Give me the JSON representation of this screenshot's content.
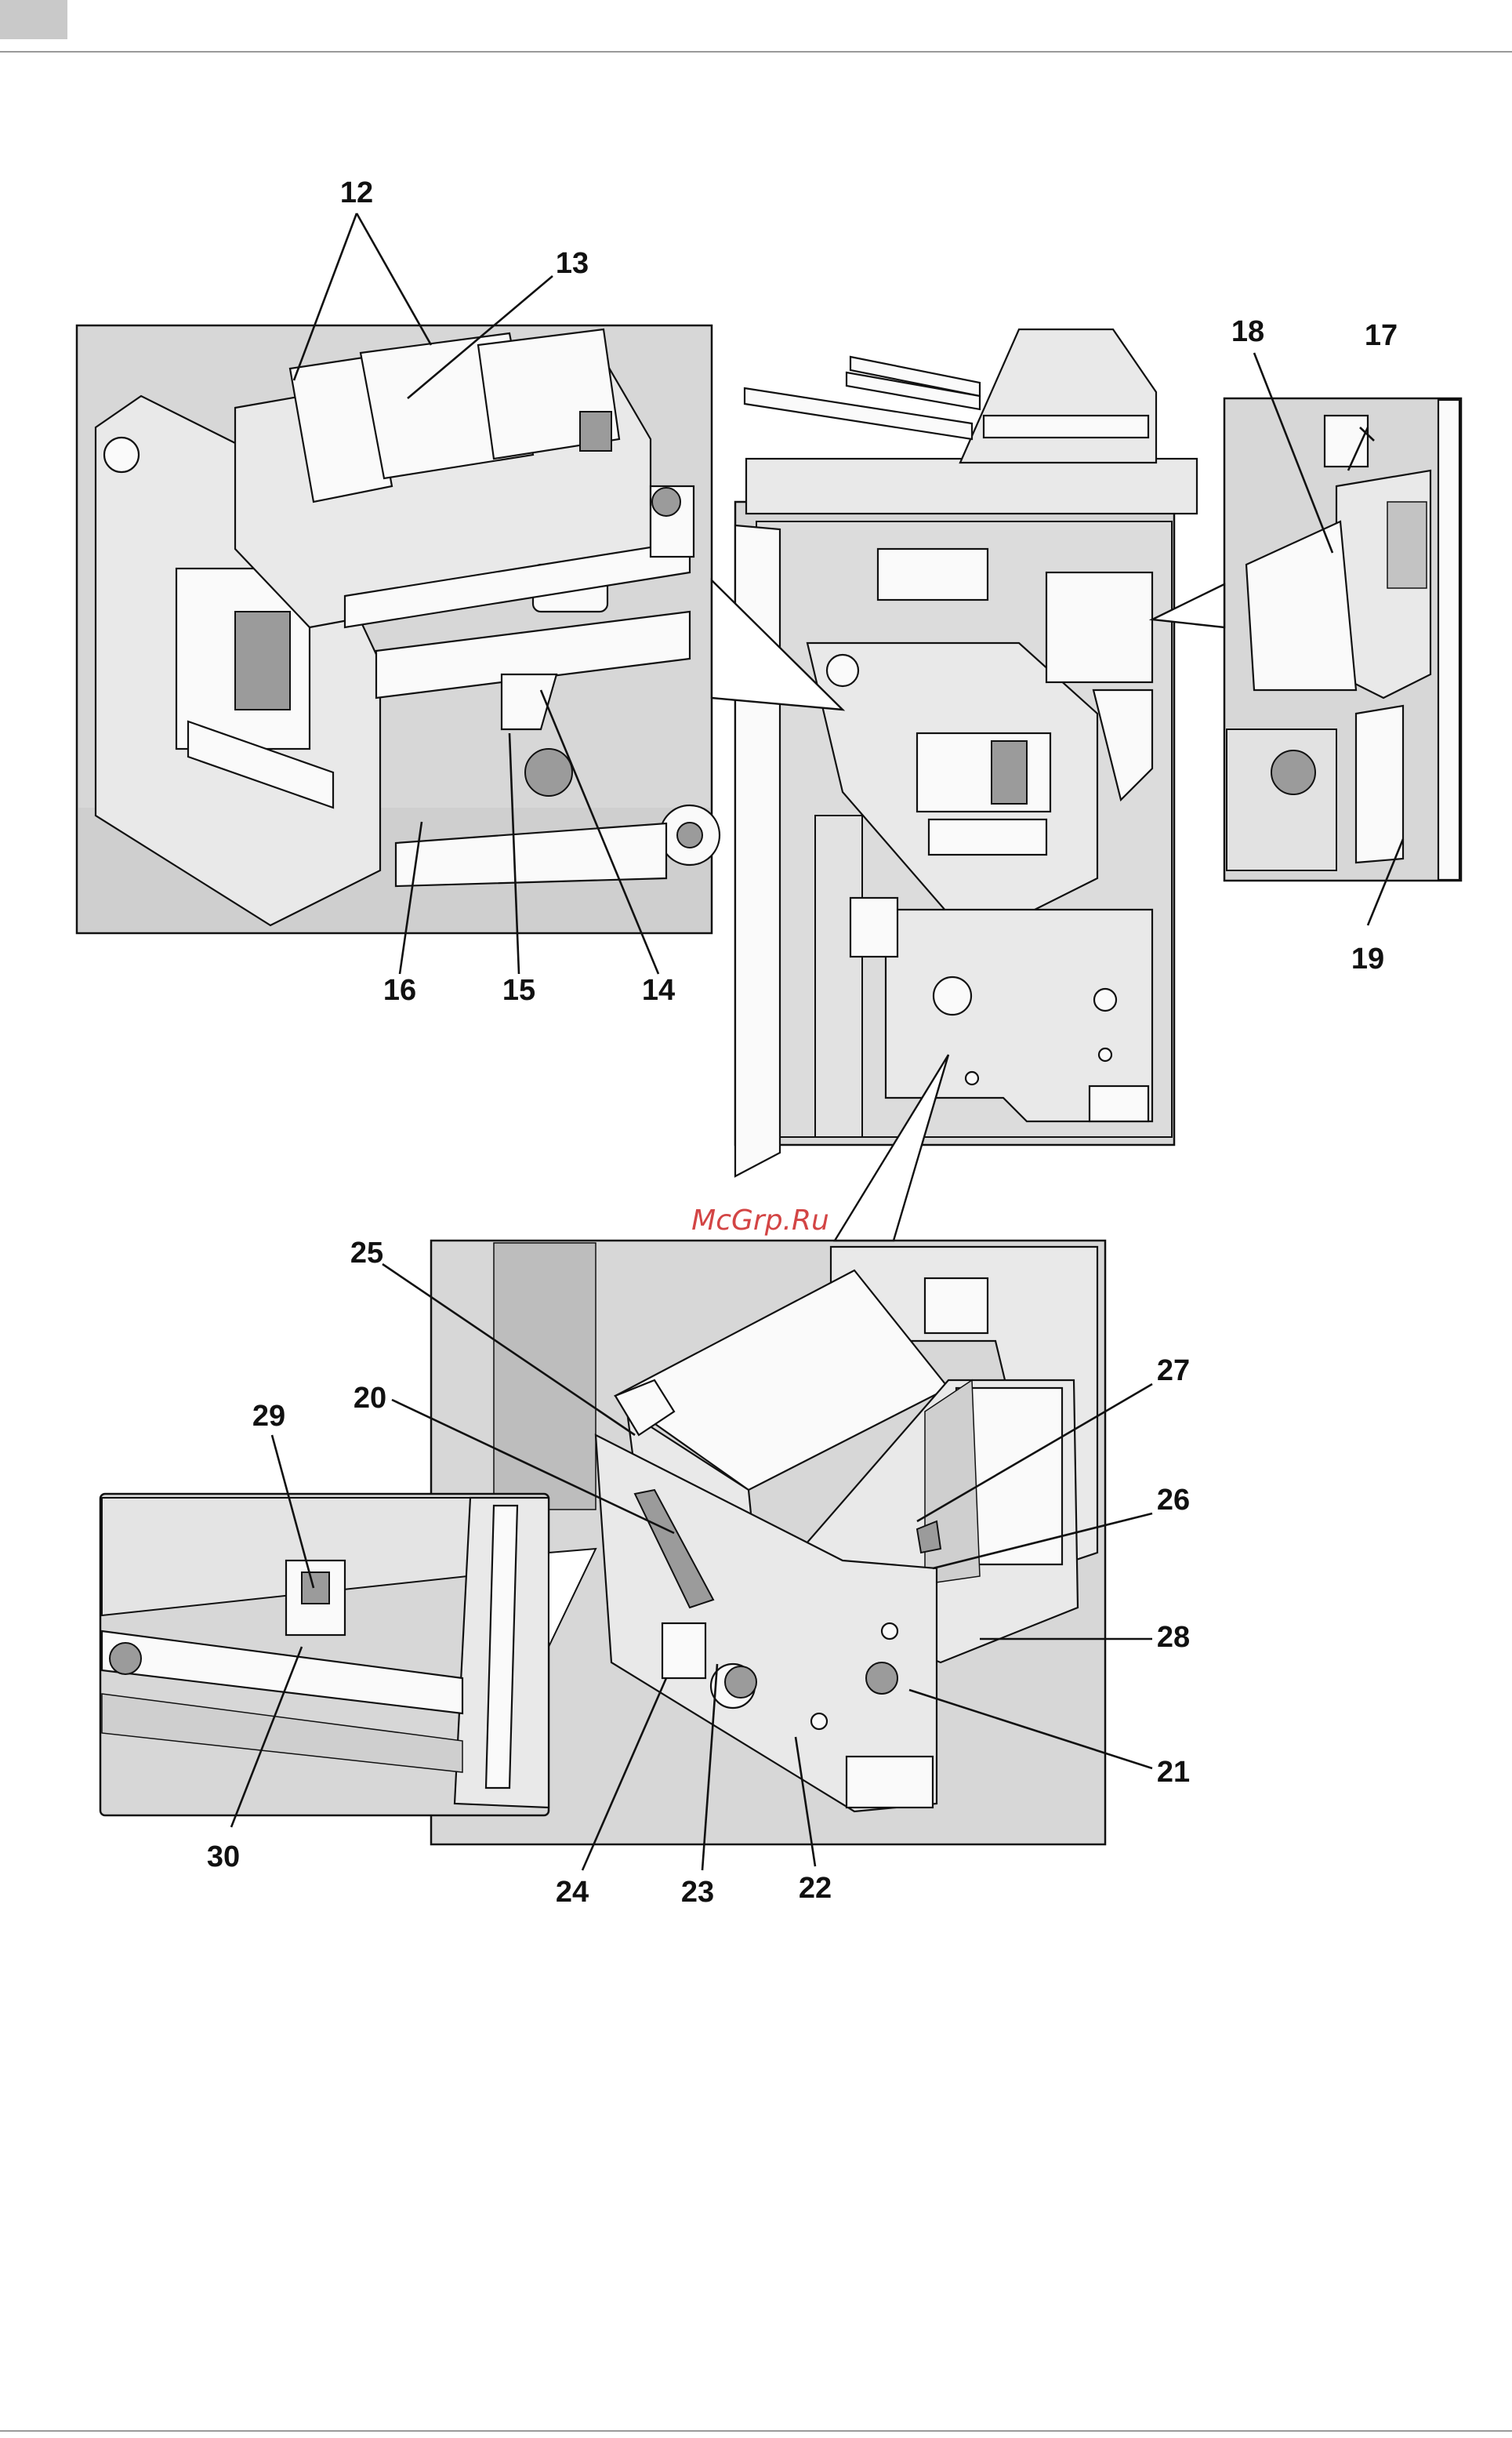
{
  "watermark": "McGrp.Ru",
  "callouts": {
    "c12": "12",
    "c13": "13",
    "c14": "14",
    "c15": "15",
    "c16": "16",
    "c17": "17",
    "c18": "18",
    "c19": "19",
    "c20": "20",
    "c21": "21",
    "c22": "22",
    "c23": "23",
    "c24": "24",
    "c25": "25",
    "c26": "26",
    "c27": "27",
    "c28": "28",
    "c29": "29",
    "c30": "30"
  }
}
